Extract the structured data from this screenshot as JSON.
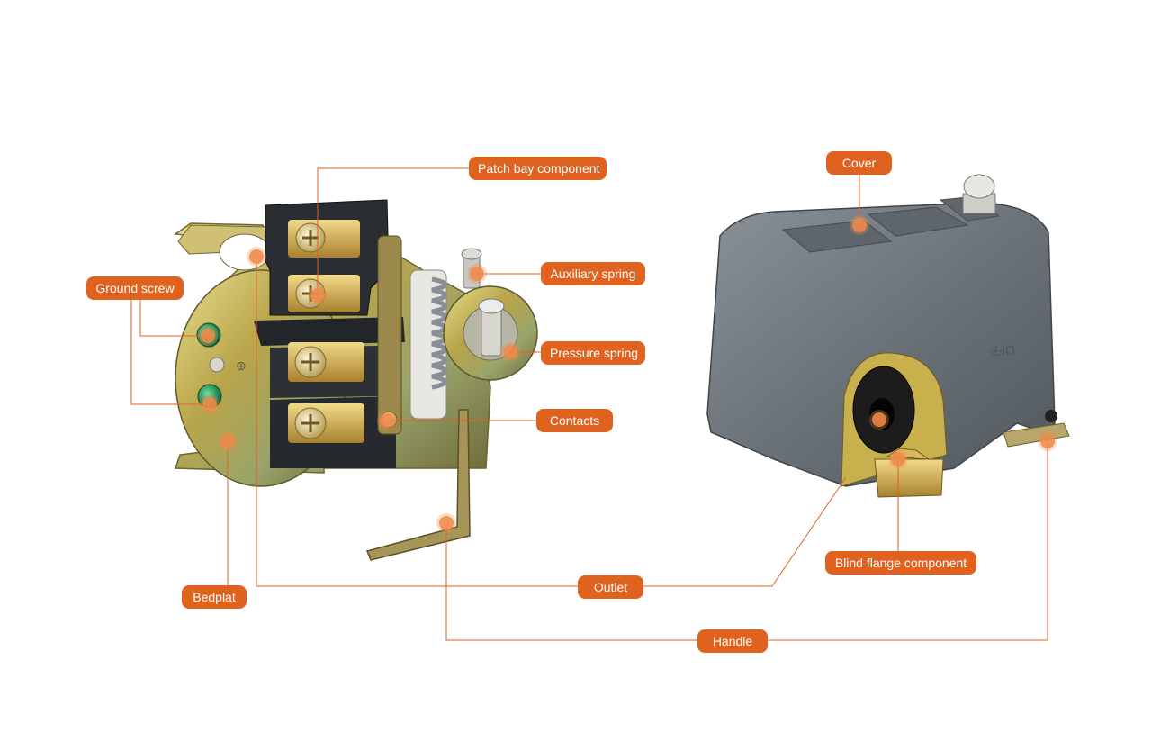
{
  "labels": {
    "ground_screw": "Ground screw",
    "patch_bay": "Patch bay component",
    "auxiliary_spring": "Auxiliary spring",
    "pressure_spring": "Pressure spring",
    "contacts": "Contacts",
    "bedplat": "Bedplat",
    "outlet": "Outlet",
    "handle": "Handle",
    "cover": "Cover",
    "blind_flange": "Blind flange component"
  },
  "colors": {
    "label_bg": "#e0621f",
    "leader_line": "#e0621f",
    "cover_body": "#6b7278",
    "bracket_metal": "#c9b65a"
  },
  "cover_text": "OFF"
}
